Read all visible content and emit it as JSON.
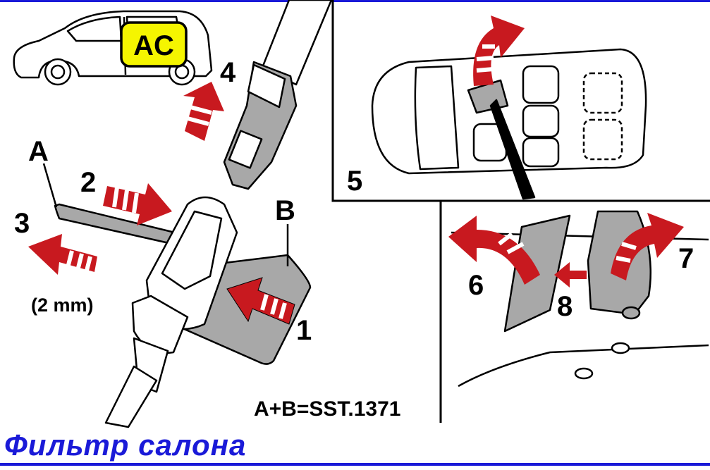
{
  "badge": {
    "label": "AC",
    "fill_color": "#f5f500"
  },
  "step_labels": {
    "s1": "1",
    "s2": "2",
    "s3": "3",
    "s4": "4",
    "s5": "5",
    "s6": "6",
    "s7": "7",
    "s8": "8"
  },
  "part_labels": {
    "a": "A",
    "b": "B"
  },
  "measurement": "(2 mm)",
  "tool_formula": "A+B=SST.1371",
  "caption": "Фильтр салона",
  "colors": {
    "arrow_red": "#c8191f",
    "part_gray": "#a8a8a8",
    "caption_blue": "#1a1ad8",
    "line": "#000000"
  }
}
